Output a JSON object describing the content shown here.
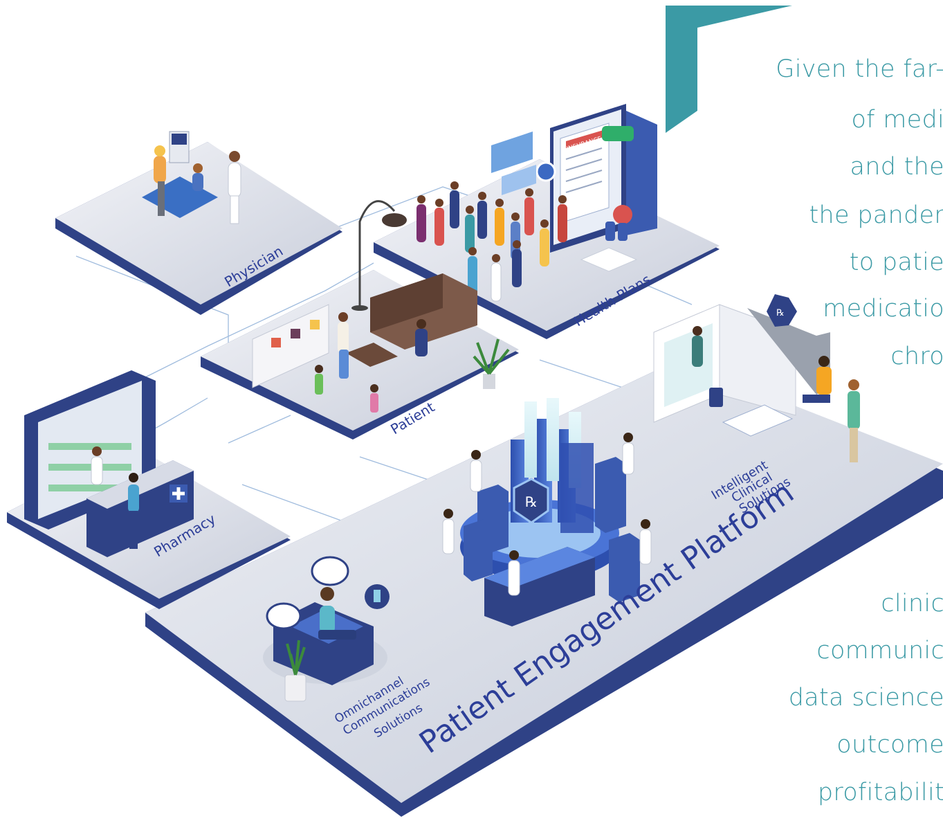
{
  "labels": {
    "physician": "Physician",
    "health_plans": "Health Plans",
    "patient": "Patient",
    "pharmacy": "Pharmacy",
    "intelligent": [
      "Intelligent",
      "Clinical",
      "Solutions"
    ],
    "omnichannel": [
      "Omnichannel",
      "Communications",
      "Solutions"
    ],
    "platform": "Patient Engagement Platform",
    "insurance": "INSURANCE"
  },
  "text_block_top": [
    "Given the far-",
    "of medi",
    "and the",
    "the pander",
    "to patie",
    "medicatio",
    "chro"
  ],
  "text_block_bottom": [
    "clinic",
    "communic",
    "data science",
    "outcome",
    "profitabilit"
  ],
  "colors": {
    "accent": "#3b9aa5",
    "navy": "#2c3e84",
    "platform_top": "#d6dbe6",
    "platform_side": "#2f4286",
    "label_blue": "#2c3e98"
  }
}
